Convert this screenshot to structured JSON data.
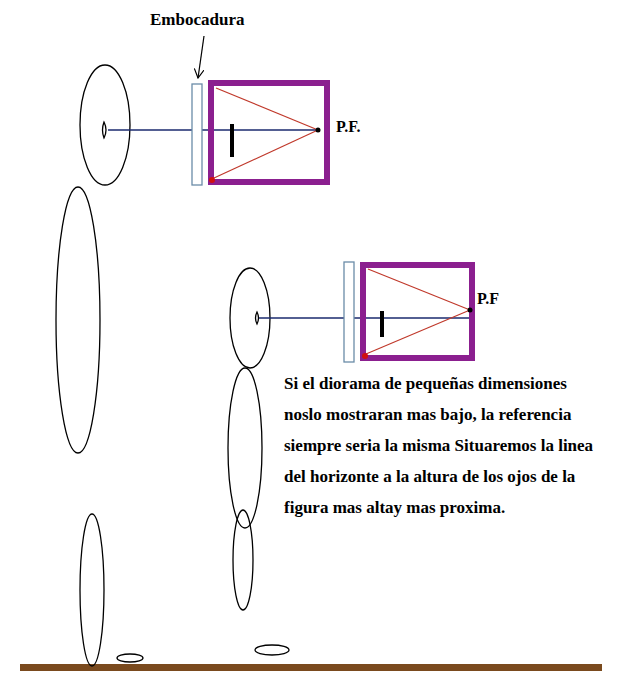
{
  "diagram": {
    "labels": [
      "Embocadura",
      "P.F.",
      "P.F",
      "Si el diorama de pequeñas dimensiones noslo mostraran mas bajo, la referencia siempre seria la misma Situaremos la linea del horizonte a la altura de los ojos de la figura mas altay mas proxima."
    ]
  }
}
